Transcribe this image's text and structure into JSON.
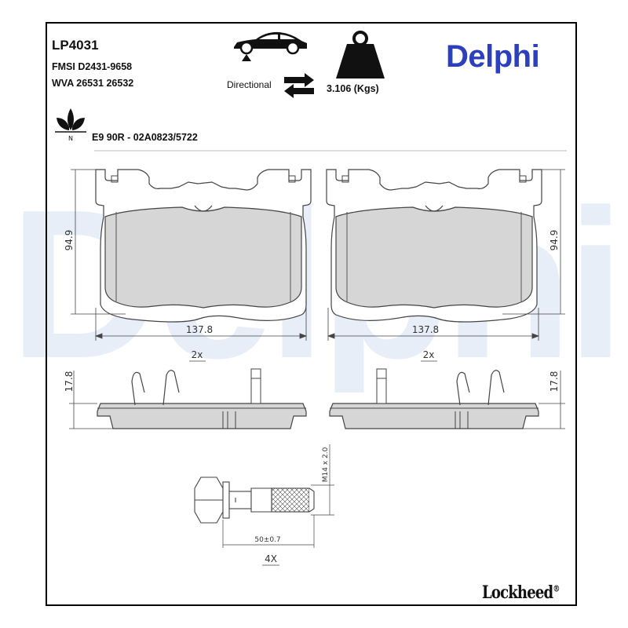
{
  "header": {
    "part_number": "LP4031",
    "fmsi": "FMSI D2431-9658",
    "wva": "WVA 26531 26532",
    "certification": "E9 90R - 02A0823/5722",
    "directional_label": "Directional",
    "weight": "3.106 (Kgs)",
    "eco_letter": "N"
  },
  "brand": {
    "logo": "Delphi",
    "watermark": "Delphi",
    "footer_logo": "Lockheed",
    "footer_mark": "®"
  },
  "drawing": {
    "pad_width": "137.8",
    "pad_height": "94.9",
    "pad_thickness": "17.8",
    "pad_quantity": "2x",
    "bolt_thread": "M14 x 2.0",
    "bolt_length": "50±0.7",
    "bolt_quantity": "4X"
  },
  "colors": {
    "brand_blue": "#2c3fbd",
    "watermark": "#e6edf7",
    "pad_fill": "#d4d4d4",
    "line": "#444444"
  },
  "icons": [
    "car-front-axle-icon",
    "weight-icon",
    "directional-arrows-icon",
    "eco-leaf-icon"
  ]
}
